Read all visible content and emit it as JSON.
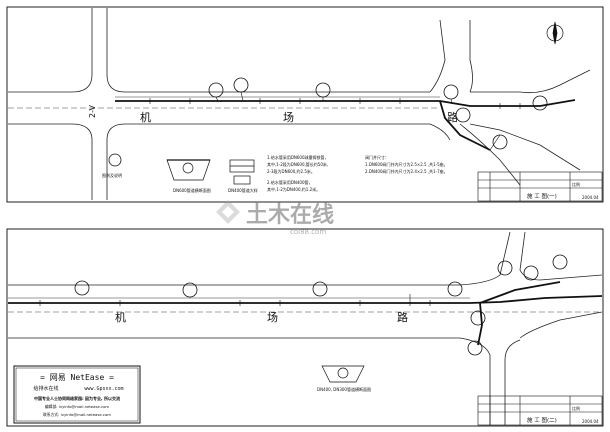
{
  "sheet1": {
    "road_chars": [
      "机",
      "场",
      "路"
    ],
    "cross_road_label": "2-V",
    "notes_left": [
      "1.给水管采用DN600球墨铸铁管，",
      "其中,1-2段为DN600,管长约50米,",
      "2-3段为DN600,约2.5米。"
    ],
    "notes_left2": [
      "2.给水管采用DN400管，",
      "其中,1-2为DN400,约1.2米。"
    ],
    "notes_right": [
      "阀门井尺寸:",
      "1.DN600阀门井内尺寸为2.5×2.5  ,共1-5座。",
      "2.DN400阀门井内尺寸为2.4×2.5  ,共1-7座。"
    ],
    "detail_label": "DN600管道横断面图",
    "detail_label2": "DN400管道大样",
    "legend_label": "图例及说明",
    "title_block": {
      "drawing_title": "施 工 图(一)",
      "scale_label": "比例",
      "date": "2004.04"
    }
  },
  "sheet2": {
    "road_chars": [
      "机",
      "场",
      "路"
    ],
    "section_label": "DN400, DN300管道横断面图",
    "title_block": {
      "drawing_title": "施 工 图(二)",
      "scale_label": "比例",
      "date": "2004.04"
    }
  },
  "netease": {
    "title": "= 网易 NetEase =",
    "subtitle": "给排水在线",
    "url": "www.Gpsxx.com",
    "line1": "中国专业人士协同网络家园: 因为专业, 所以交流",
    "line2": "编辑部: lvyinfo@mail.netease.com",
    "line3": "联系方式: lvyinfo@mail.netease.com"
  },
  "watermark": {
    "text": "土木在线",
    "sub": "coi88.com"
  }
}
